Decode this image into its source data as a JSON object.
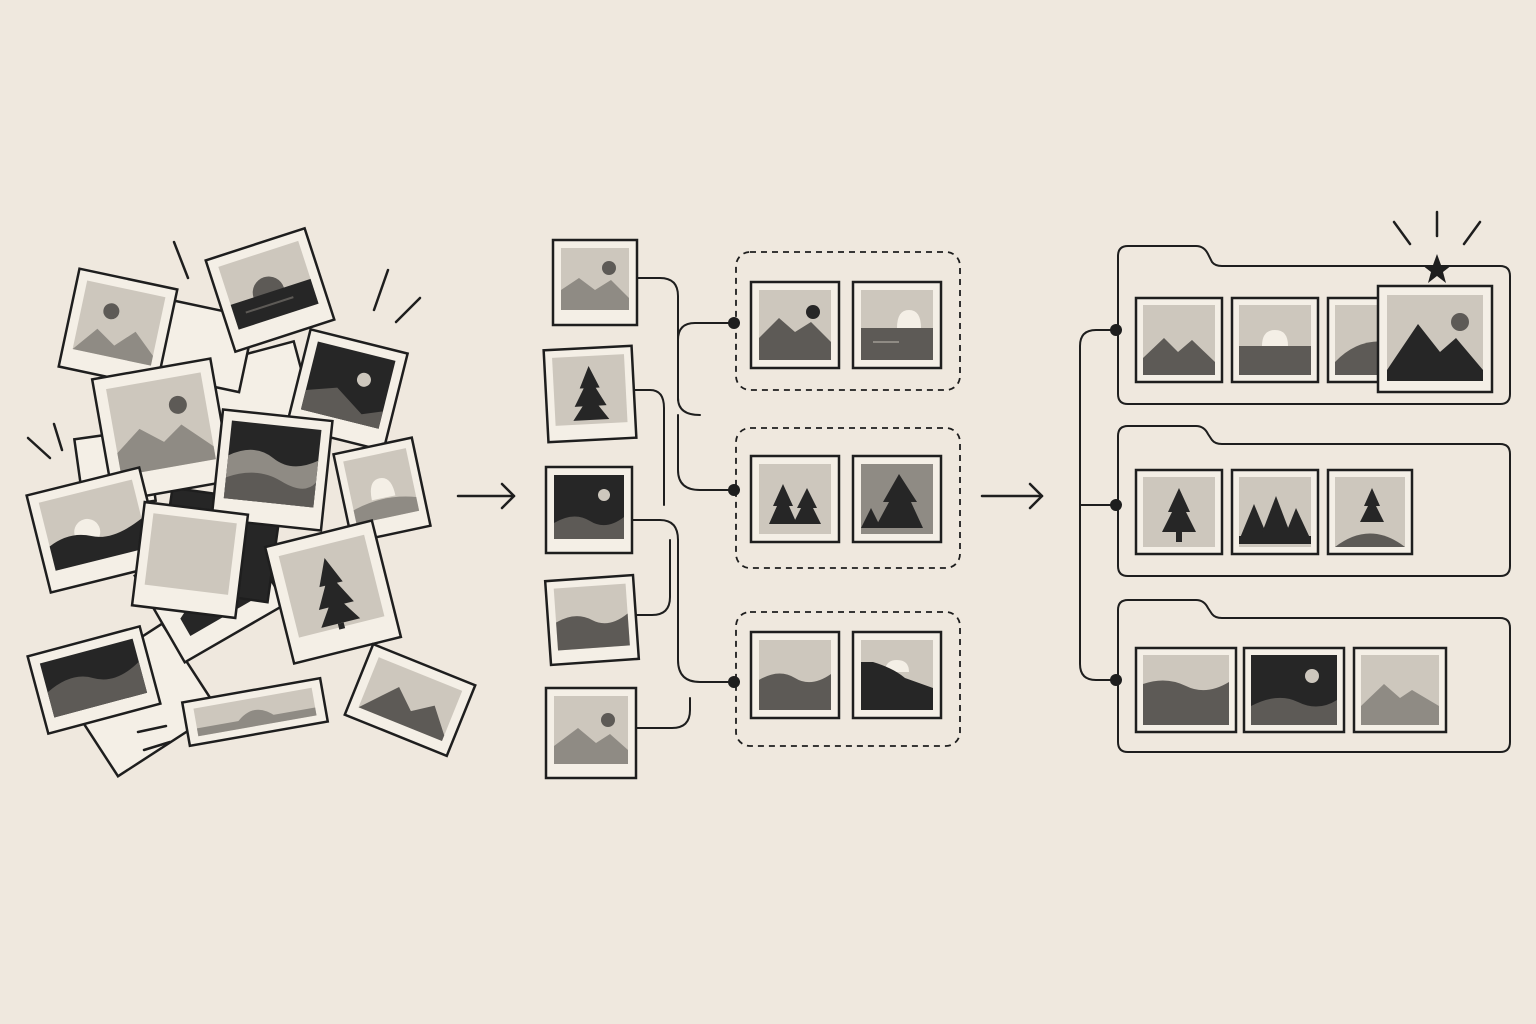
{
  "diagram": {
    "stages": [
      {
        "id": "scattered",
        "photo_count": 17
      },
      {
        "id": "grouping",
        "photo_count": 5,
        "group_count": 3
      },
      {
        "id": "organized",
        "folder_count": 3
      }
    ],
    "colors": {
      "background": "#efe8de",
      "frame": "#f4efe6",
      "stroke": "#1e1e1e",
      "photo_light": "#cdc7bd",
      "photo_mid": "#8f8b84",
      "photo_dark": "#5d5a56",
      "photo_black": "#262626"
    },
    "icons": {
      "flow_arrow": "right-arrow-icon",
      "favorite": "star-icon",
      "connector": "dot-node-icon"
    },
    "photo_kinds": [
      "mountain-sun",
      "sunset-sea",
      "tree",
      "night-sky",
      "wave-hills"
    ],
    "groups": [
      {
        "id": "landscapes",
        "photos": [
          "mountain-sun",
          "sunset-sea"
        ]
      },
      {
        "id": "trees",
        "photos": [
          "trees",
          "tree-large"
        ]
      },
      {
        "id": "waves",
        "photos": [
          "wave-hills",
          "dark-hill"
        ]
      }
    ],
    "folders": [
      {
        "id": "folder-landscapes",
        "photos": [
          "mountain",
          "sunset-sea",
          "hill"
        ],
        "favorite": "mountain-sun"
      },
      {
        "id": "folder-trees",
        "photos": [
          "tree",
          "forest",
          "tree-hill"
        ]
      },
      {
        "id": "folder-waves",
        "photos": [
          "wave-hills",
          "night-sky",
          "mountain-light"
        ]
      }
    ]
  }
}
